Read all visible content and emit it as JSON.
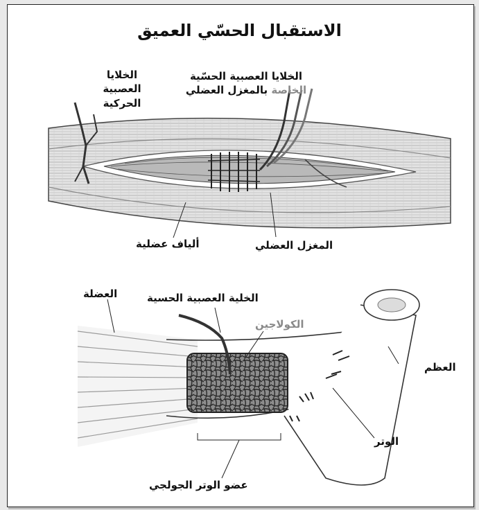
{
  "title": "الاستقبال الحسّي العميق",
  "top_diagram": {
    "motor_neurons": [
      "الخلايا",
      "العصبية",
      "الحركية"
    ],
    "sensory_neurons": {
      "line1": "الخلايا العصبية الحسّية",
      "line2_faint": "الخاصة",
      "line2_rest": " بالمغزل العضلي"
    },
    "muscle_fibers": "ألياف عضلية",
    "muscle_spindle": "المغزل العضلي"
  },
  "bottom_diagram": {
    "muscle": "العضلة",
    "sensory_neuron": "الخلية العصبية الحسية",
    "collagen": "الكولاجين",
    "bone": "العظم",
    "tendon": "الوتر",
    "golgi_tendon_organ": "عضو الوتر الجولجي"
  }
}
